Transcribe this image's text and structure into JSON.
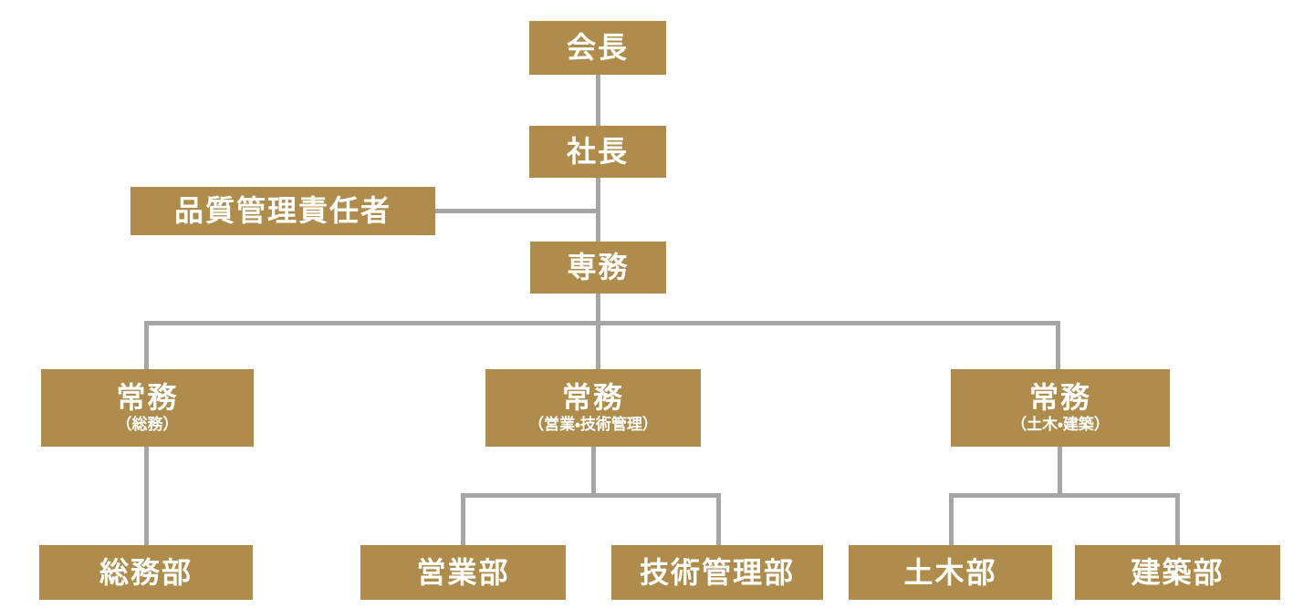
{
  "diagram": {
    "type": "org-chart",
    "language": "ja",
    "colors": {
      "node_fill": "#AF8C4B",
      "node_text": "#FFFFFF",
      "connector": "#A6A6A6",
      "background": "#FFFFFF"
    },
    "nodes": {
      "chairman": {
        "label": "会長"
      },
      "president": {
        "label": "社長"
      },
      "quality_manager": {
        "label": "品質管理責任者"
      },
      "senior_md": {
        "label": "専務"
      },
      "md_general_affairs": {
        "label": "常務",
        "sublabel": "（総務）"
      },
      "md_sales_technical": {
        "label": "常務",
        "sublabel": "（営業・技術管理）"
      },
      "md_civil_arch": {
        "label": "常務",
        "sublabel": "（土木・建築）"
      },
      "dept_general_affairs": {
        "label": "総務部"
      },
      "dept_sales": {
        "label": "営業部"
      },
      "dept_technical_mgmt": {
        "label": "技術管理部"
      },
      "dept_civil": {
        "label": "土木部"
      },
      "dept_architecture": {
        "label": "建築部"
      }
    },
    "edges": [
      [
        "chairman",
        "president"
      ],
      [
        "president",
        "quality_manager"
      ],
      [
        "president",
        "senior_md"
      ],
      [
        "senior_md",
        "md_general_affairs"
      ],
      [
        "senior_md",
        "md_sales_technical"
      ],
      [
        "senior_md",
        "md_civil_arch"
      ],
      [
        "md_general_affairs",
        "dept_general_affairs"
      ],
      [
        "md_sales_technical",
        "dept_sales"
      ],
      [
        "md_sales_technical",
        "dept_technical_mgmt"
      ],
      [
        "md_civil_arch",
        "dept_civil"
      ],
      [
        "md_civil_arch",
        "dept_architecture"
      ]
    ]
  }
}
